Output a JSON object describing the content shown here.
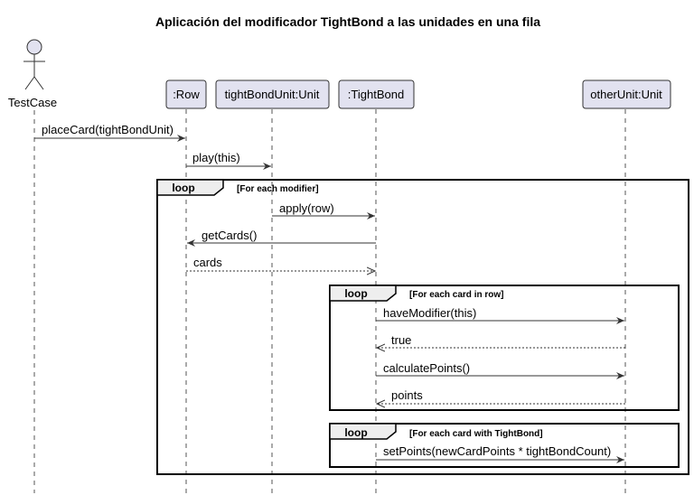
{
  "diagram": {
    "title": "Aplicación del modificador TightBond a las unidades en una fila",
    "actor": "TestCase",
    "participants": {
      "row": ":Row",
      "tight_bond_unit": "tightBondUnit:Unit",
      "tight_bond": ":TightBond",
      "other_unit": "otherUnit:Unit"
    },
    "messages": {
      "m1": "placeCard(tightBondUnit)",
      "m2": "play(this)",
      "m3": "apply(row)",
      "m4": "getCards()",
      "m5": "cards",
      "m6": "haveModifier(this)",
      "m7": "true",
      "m8": "calculatePoints()",
      "m9": "points",
      "m10": "setPoints(newCardPoints * tightBondCount)"
    },
    "fragments": {
      "outer": {
        "kind": "loop",
        "guard": "[For each modifier]"
      },
      "inner1": {
        "kind": "loop",
        "guard": "[For each card in row]"
      },
      "inner2": {
        "kind": "loop",
        "guard": "[For each card with TightBond]"
      }
    }
  }
}
